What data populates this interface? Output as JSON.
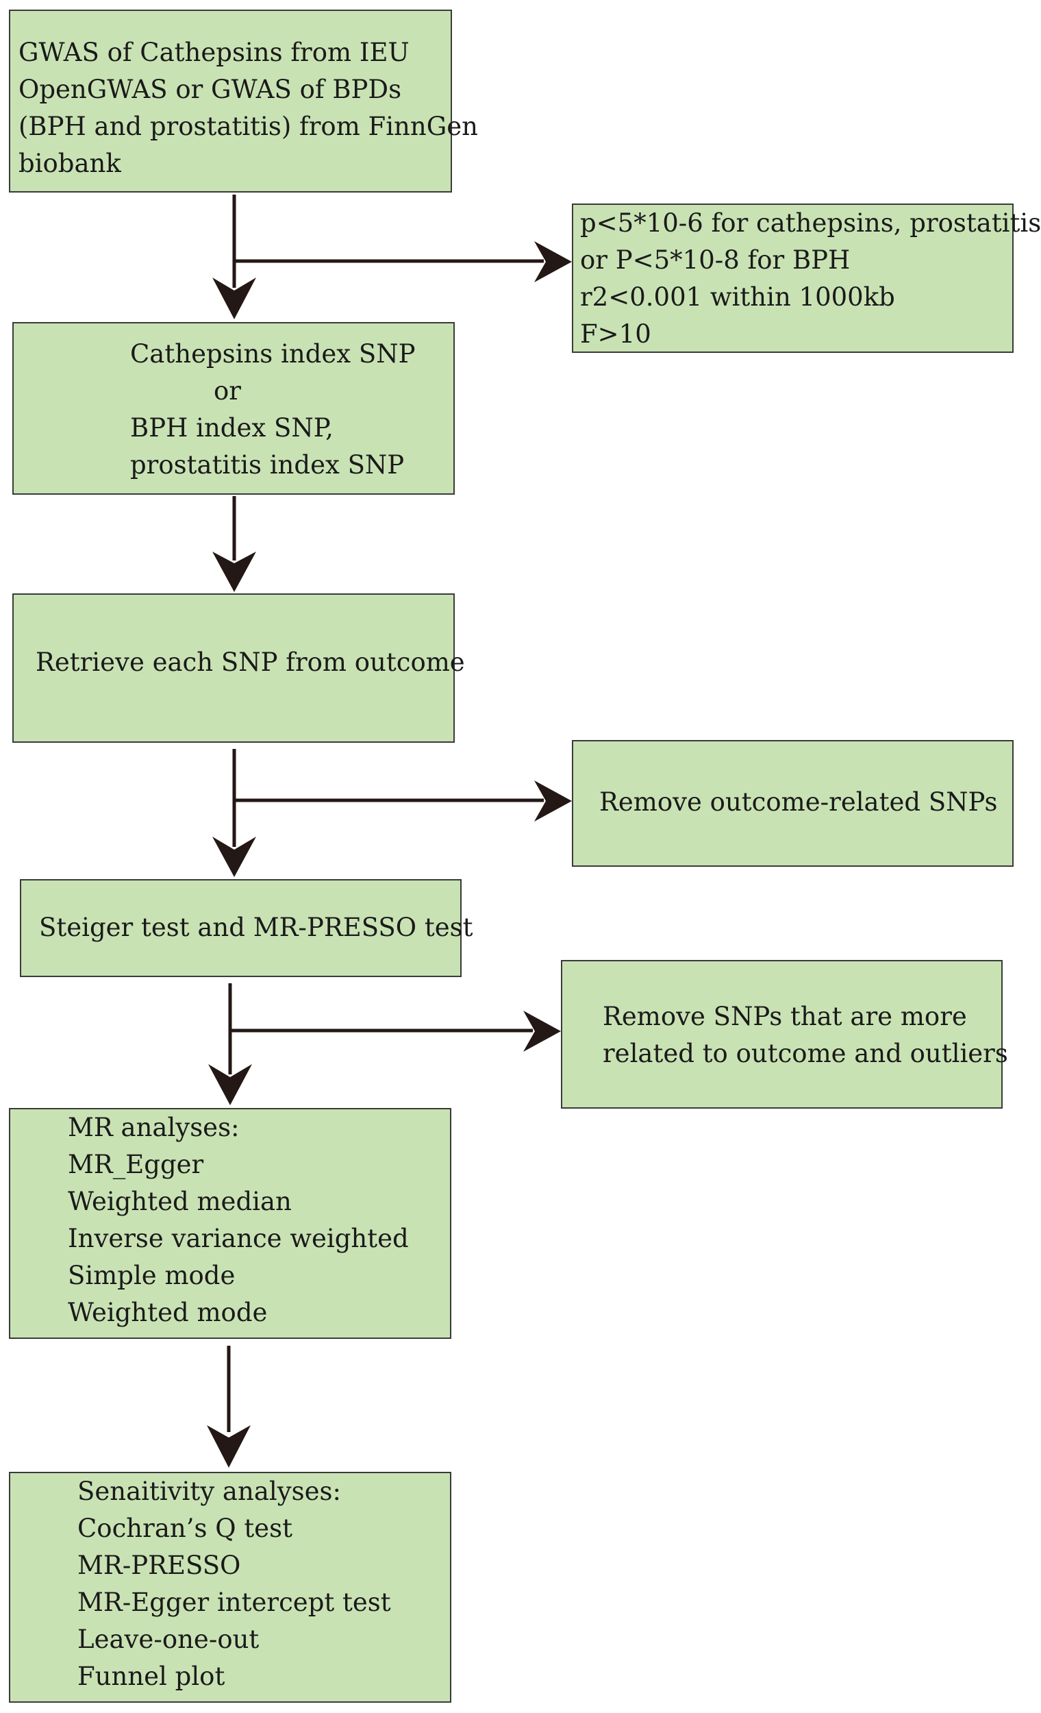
{
  "colors": {
    "box_fill": "#c9e2b4",
    "box_border": "#3a3a3a",
    "arrow": "#231815",
    "text": "#1a1a1a"
  },
  "boxes": {
    "gwas_source": {
      "lines": [
        "GWAS of  Cathepsins from IEU",
        "OpenGWAS or GWAS of BPDs",
        "(BPH and prostatitis) from FinnGen",
        "biobank"
      ]
    },
    "selection_criteria": {
      "lines": [
        "p<5*10-6 for cathepsins, prostatitis",
        "or P<5*10-8 for BPH",
        "r2<0.001 within 1000kb",
        "F>10"
      ]
    },
    "index_snp": {
      "lines": [
        "Cathepsins index SNP",
        "or",
        "BPH index SNP,",
        "prostatitis index SNP"
      ]
    },
    "retrieve_snp": {
      "lines": [
        "Retrieve each SNP from outcome"
      ]
    },
    "remove_outcome_related": {
      "lines": [
        "Remove outcome-related SNPs"
      ]
    },
    "steiger_presso": {
      "lines": [
        "Steiger test and MR-PRESSO test"
      ]
    },
    "remove_outliers": {
      "lines": [
        "Remove SNPs that are more",
        "related to outcome and outliers"
      ]
    },
    "mr_analyses": {
      "lines": [
        "MR analyses:",
        "MR_Egger",
        "Weighted median",
        "Inverse variance weighted",
        "Simple mode",
        "Weighted mode"
      ]
    },
    "sensitivity_analyses": {
      "lines": [
        "Senaitivity analyses:",
        "Cochran’s Q test",
        "MR-PRESSO",
        "MR-Egger intercept test",
        "Leave-one-out",
        "Funnel plot"
      ]
    }
  }
}
